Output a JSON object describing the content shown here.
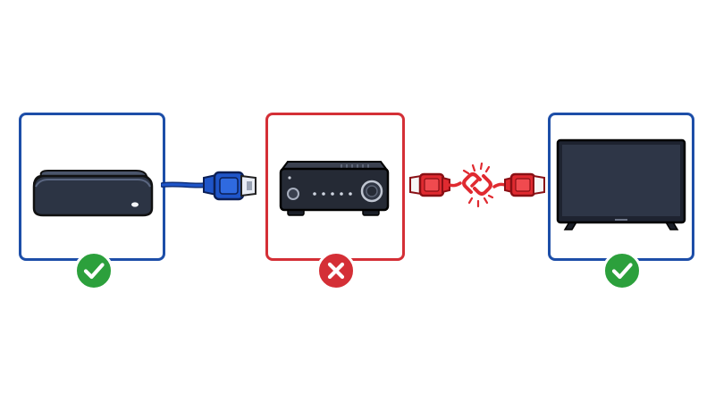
{
  "colors": {
    "ok_border": "#1d4ea8",
    "error_border": "#d42f36",
    "ok_badge": "#2ca03c",
    "error_badge": "#d42f36",
    "working_cable": "#1f55c8",
    "broken_cable": "#e02a30",
    "device_dark": "#2c3444"
  },
  "nodes": [
    {
      "id": "streaming-box",
      "icon": "streaming-box-icon",
      "status": "ok",
      "status_icon": "checkmark-icon"
    },
    {
      "id": "av-receiver",
      "icon": "av-receiver-icon",
      "status": "error",
      "status_icon": "x-mark-icon"
    },
    {
      "id": "tv",
      "icon": "television-icon",
      "status": "ok",
      "status_icon": "checkmark-icon"
    }
  ],
  "connections": [
    {
      "from": "streaming-box",
      "to": "av-receiver",
      "type": "hdmi",
      "state": "connected",
      "icon": "hdmi-cable-icon"
    },
    {
      "from": "av-receiver",
      "to": "tv",
      "type": "hdmi",
      "state": "broken",
      "icon": "broken-link-icon"
    }
  ]
}
